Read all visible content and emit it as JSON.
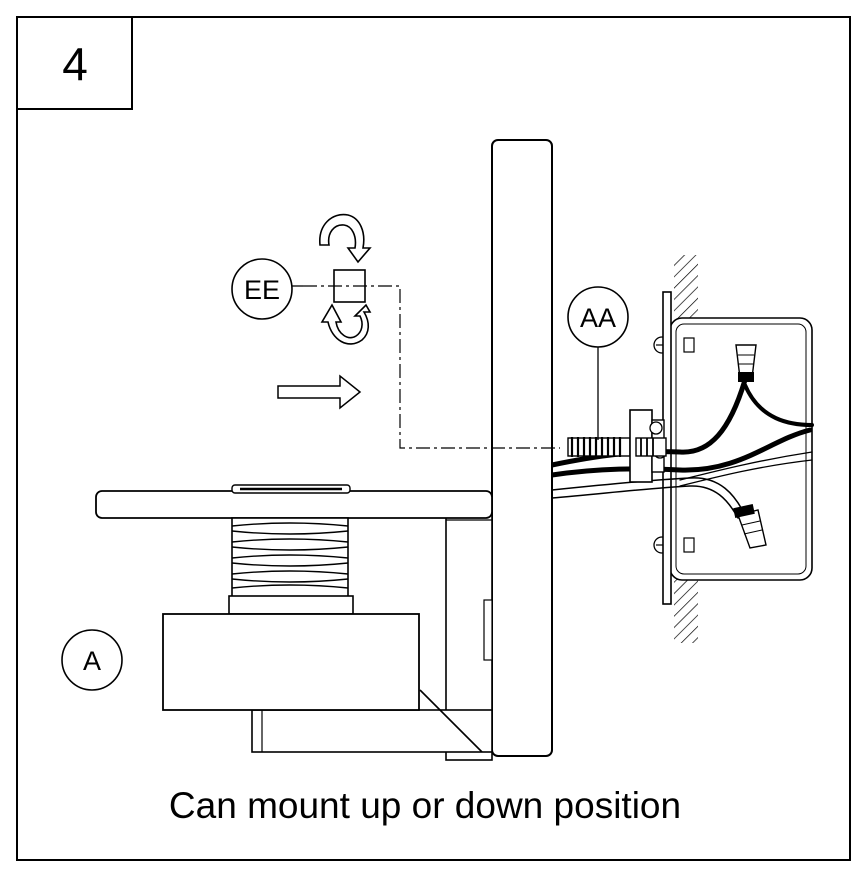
{
  "step_number": "4",
  "callouts": {
    "fixture": "A",
    "mounting_screw": "AA",
    "nut": "EE"
  },
  "caption": "Can mount up or down position"
}
